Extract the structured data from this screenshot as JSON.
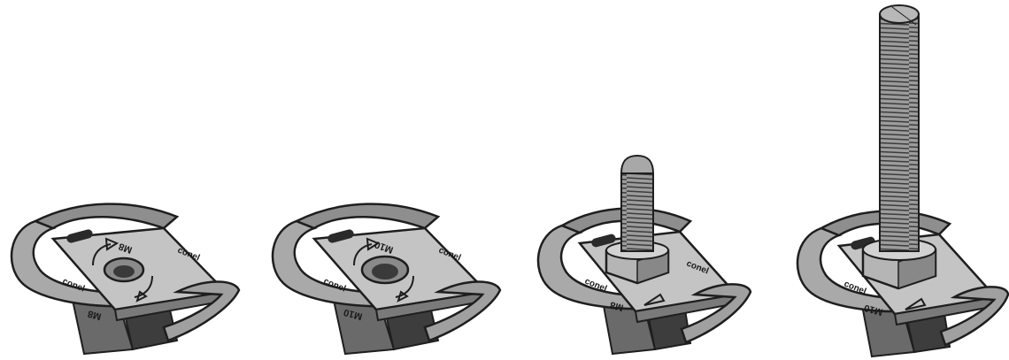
{
  "products": [
    {
      "size_mark": "M8",
      "brand_mark": "conel",
      "has_bolt": false
    },
    {
      "size_mark": "M10",
      "brand_mark": "conel",
      "has_bolt": false
    },
    {
      "size_mark": "M8",
      "brand_mark": "conel",
      "has_bolt": true,
      "bolt": "short"
    },
    {
      "size_mark": "M10",
      "brand_mark": "conel",
      "has_bolt": true,
      "bolt": "long"
    }
  ],
  "colors": {
    "metal_light": "#c9c9c9",
    "metal_mid": "#9a9a9a",
    "metal_dark": "#4a4a4a",
    "outline": "#1e1e1e",
    "background": "#ffffff"
  }
}
